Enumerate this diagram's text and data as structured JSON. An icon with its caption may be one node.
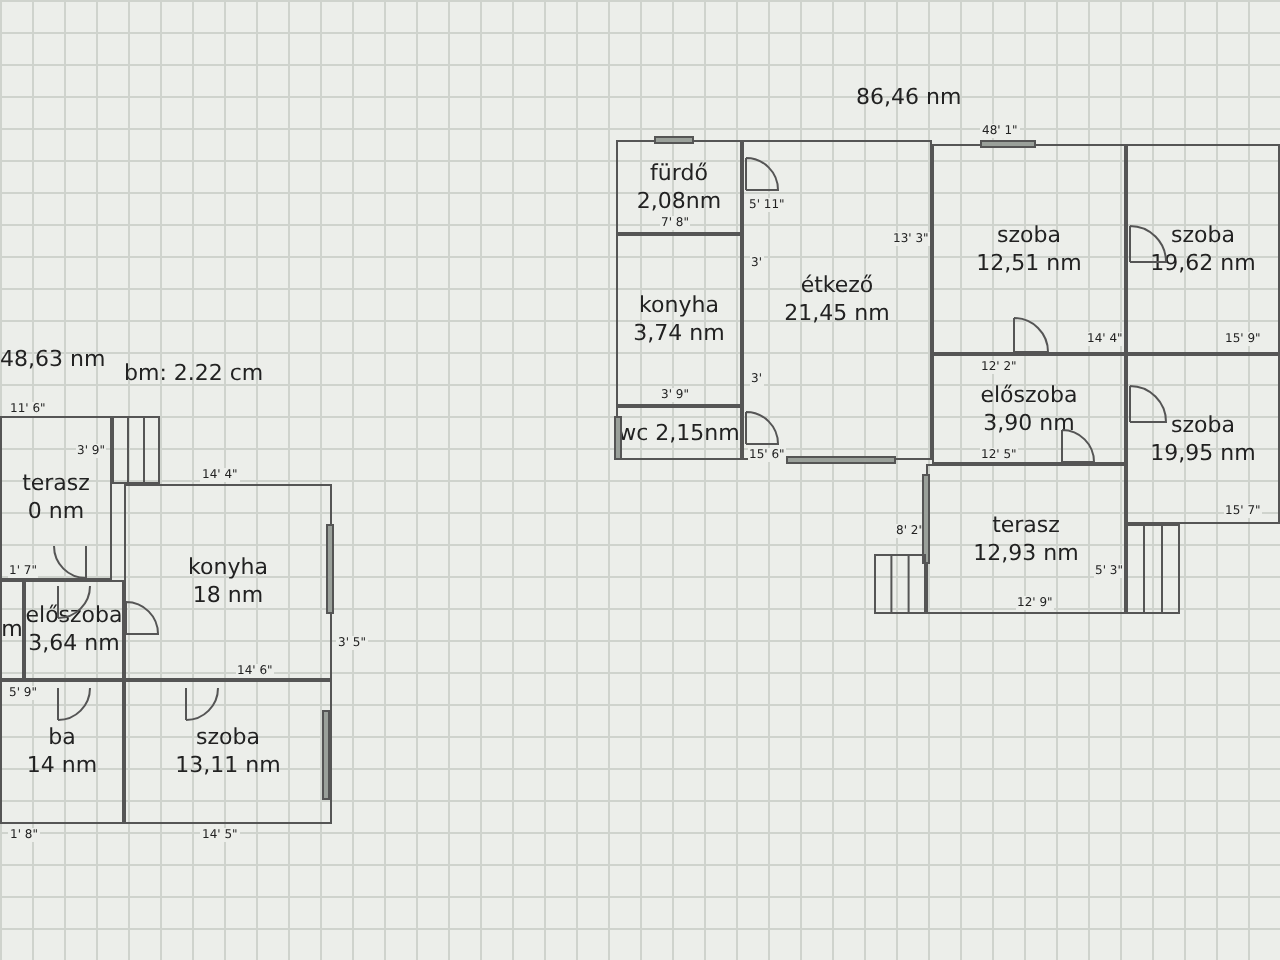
{
  "diagram": {
    "nodes": [
      {
        "text": [
          "fürdő",
          "2,08nm"
        ]
      },
      {
        "text": [
          "konyha",
          "3,74 nm"
        ]
      },
      {
        "text": [
          "wc 2,15nm"
        ]
      },
      {
        "text": [
          "étkező",
          "21,45 nm"
        ]
      },
      {
        "text": [
          "szoba",
          "12,51 nm"
        ]
      },
      {
        "text": [
          "szoba",
          "19,62 nm"
        ]
      },
      {
        "text": [
          "előszoba",
          "3,90 nm"
        ]
      },
      {
        "text": [
          "szoba",
          "19,95 nm"
        ]
      },
      {
        "text": [
          "terasz",
          "12,93 nm"
        ]
      },
      {
        "text": [
          "terasz",
          "0 nm"
        ]
      },
      {
        "text": [
          "m"
        ]
      },
      {
        "text": [
          "előszoba",
          "3,64 nm"
        ]
      },
      {
        "text": [
          "ba",
          "14 nm"
        ]
      },
      {
        "text": [
          "konyha",
          "18 nm"
        ]
      },
      {
        "text": [
          "szoba",
          "13,11 nm"
        ]
      }
    ],
    "labels": [
      "86,46 nm",
      "48' 1\"",
      "5' 11\"",
      "7' 8\"",
      "3'",
      "13' 3\"",
      "14' 4\"",
      "15' 9\"",
      "12' 2\"",
      "3' 9\"",
      "3'",
      "15' 6\"",
      "12' 5\"",
      "15' 7\"",
      "8' 2\"",
      "5' 3\"",
      "12' 9\"",
      "48,63 nm",
      "bm: 2.22 cm",
      "11' 6\"",
      "3' 9\"",
      "14' 4\"",
      "1' 7\"",
      "14' 6\"",
      "3' 5\"",
      "5' 9\"",
      "1' 8\"",
      "14' 5\""
    ]
  }
}
